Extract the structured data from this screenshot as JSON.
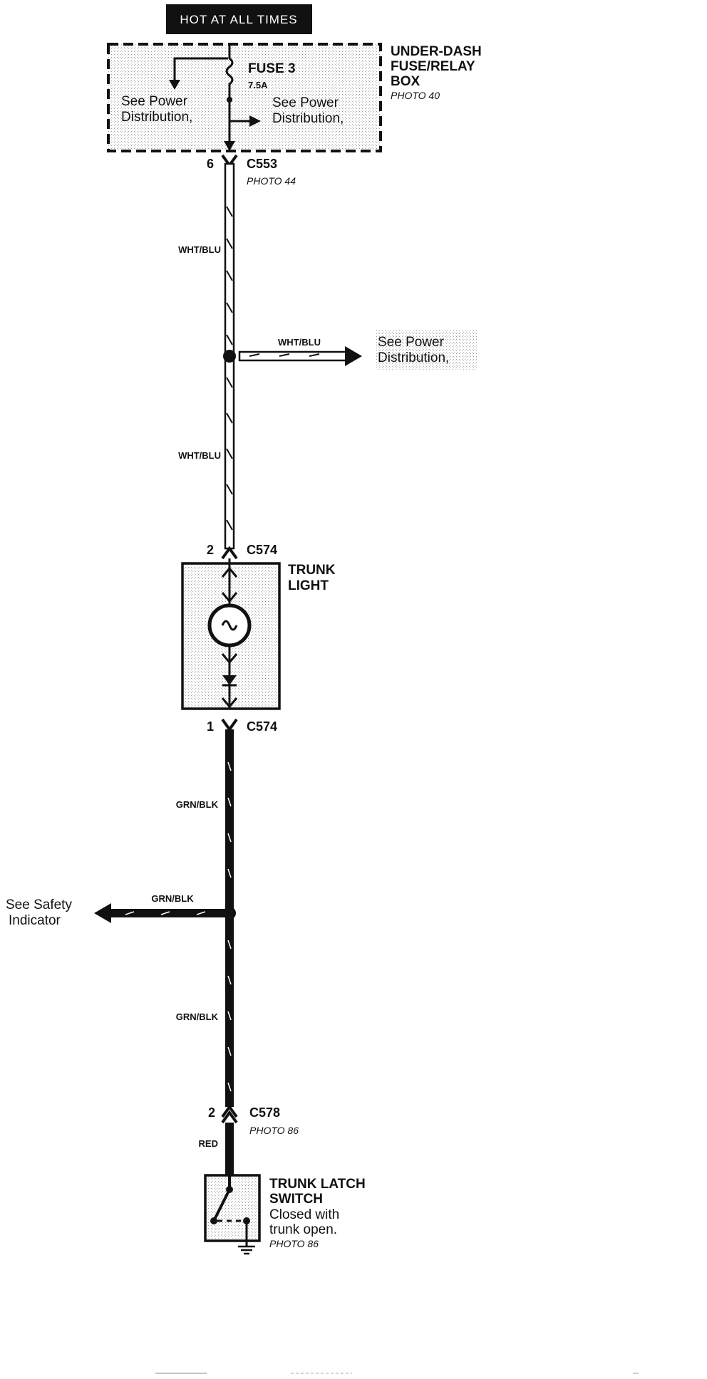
{
  "header": {
    "hot_label": "HOT AT ALL TIMES"
  },
  "fuse_box": {
    "title_lines": [
      "UNDER-DASH",
      "FUSE/RELAY",
      "BOX"
    ],
    "photo": "PHOTO 40",
    "fuse_name": "FUSE 3",
    "fuse_rating": "7.5A",
    "see_left": [
      "See Power",
      "Distribution,"
    ],
    "see_right": [
      "See Power",
      "Distribution,"
    ]
  },
  "c553": {
    "pin": "6",
    "name": "C553",
    "photo": "PHOTO 44"
  },
  "wire_upper_1": "WHT/BLU",
  "splice_top": {
    "wire": "WHT/BLU",
    "see": [
      "See Power",
      "Distribution,"
    ]
  },
  "wire_upper_2": "WHT/BLU",
  "c574_top": {
    "pin": "2",
    "name": "C574"
  },
  "trunk_light": {
    "title_lines": [
      "TRUNK",
      "LIGHT"
    ]
  },
  "c574_bottom": {
    "pin": "1",
    "name": "C574"
  },
  "wire_lower_1": "GRN/BLK",
  "splice_bottom": {
    "wire": "GRN/BLK",
    "see": [
      "See Safety",
      "Indicator"
    ]
  },
  "wire_lower_2": "GRN/BLK",
  "c578": {
    "pin": "2",
    "name": "C578",
    "photo": "PHOTO 86",
    "wire": "RED"
  },
  "trunk_latch": {
    "title_lines": [
      "TRUNK LATCH",
      "SWITCH"
    ],
    "note_lines": [
      "Closed with",
      "trunk open."
    ],
    "photo": "PHOTO 86"
  }
}
